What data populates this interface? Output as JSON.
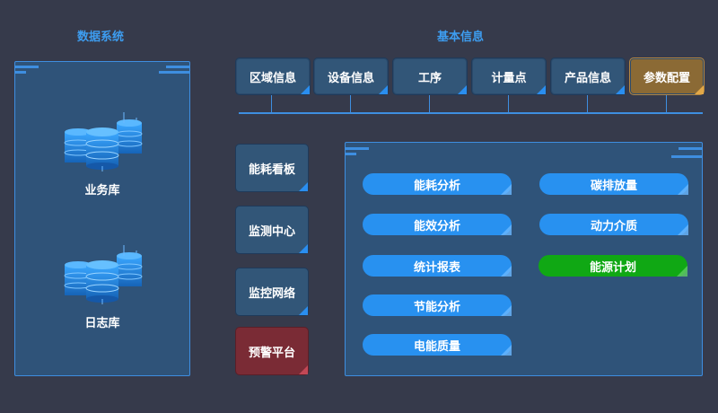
{
  "left_section": {
    "title": "数据系统",
    "databases": [
      {
        "label": "业务库",
        "icon": "database-stack-icon"
      },
      {
        "label": "日志库",
        "icon": "database-stack-icon"
      }
    ]
  },
  "top_section": {
    "title": "基本信息",
    "tabs": [
      {
        "label": "区域信息"
      },
      {
        "label": "设备信息"
      },
      {
        "label": "工序"
      },
      {
        "label": "计量点"
      },
      {
        "label": "产品信息"
      },
      {
        "label": "参数配置",
        "state": "active"
      }
    ]
  },
  "modules": [
    {
      "label": "能耗看板"
    },
    {
      "label": "监测中心"
    },
    {
      "label": "监控网络"
    },
    {
      "label": "预警平台",
      "state": "warning"
    }
  ],
  "analysis": {
    "left_column": [
      {
        "label": "能耗分析"
      },
      {
        "label": "能效分析"
      },
      {
        "label": "统计报表"
      },
      {
        "label": "节能分析"
      },
      {
        "label": "电能质量"
      }
    ],
    "right_column": [
      {
        "label": "碳排放量"
      },
      {
        "label": "动力介质"
      },
      {
        "label": "能源计划",
        "state": "highlighted"
      }
    ]
  },
  "colors": {
    "background": "#363a4b",
    "panel": "#2f5379",
    "accent": "#3e8ee0",
    "pill": "#2891f0",
    "active_tab": "#8b6a35",
    "warning": "#7a2b35",
    "highlight": "#10a814"
  }
}
